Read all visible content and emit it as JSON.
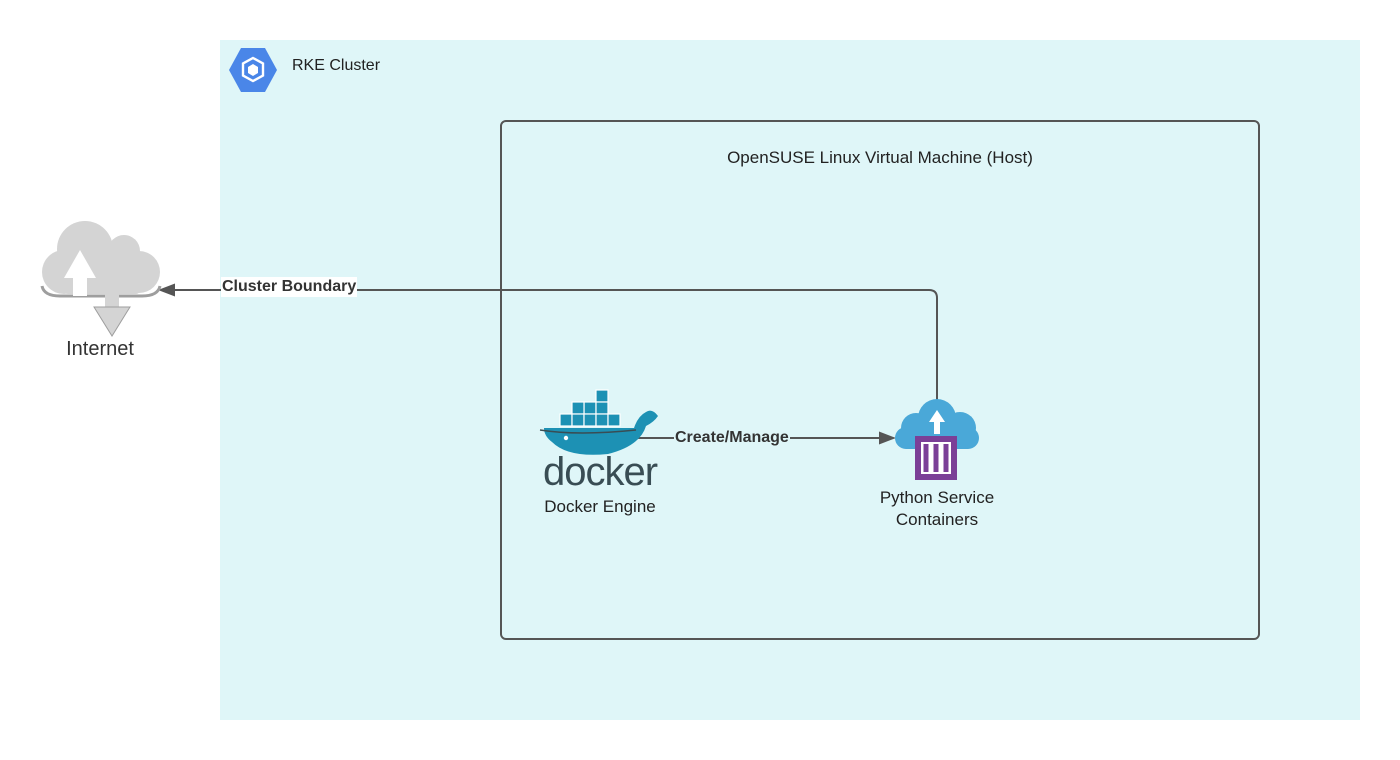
{
  "cluster": {
    "title": "RKE Cluster",
    "icon": "rke-hexagon-icon",
    "color": "#dff6f8"
  },
  "vm": {
    "title": "OpenSUSE Linux Virtual Machine (Host)"
  },
  "internet": {
    "label": "Internet",
    "icon": "cloud-upload-download-icon"
  },
  "docker": {
    "logo_text": "docker",
    "label": "Docker Engine",
    "icon": "docker-whale-icon"
  },
  "python": {
    "label_line1": "Python Service",
    "label_line2": "Containers",
    "icon": "container-cloud-icon"
  },
  "edges": {
    "boundary": "Cluster Boundary",
    "manage": "Create/Manage"
  }
}
